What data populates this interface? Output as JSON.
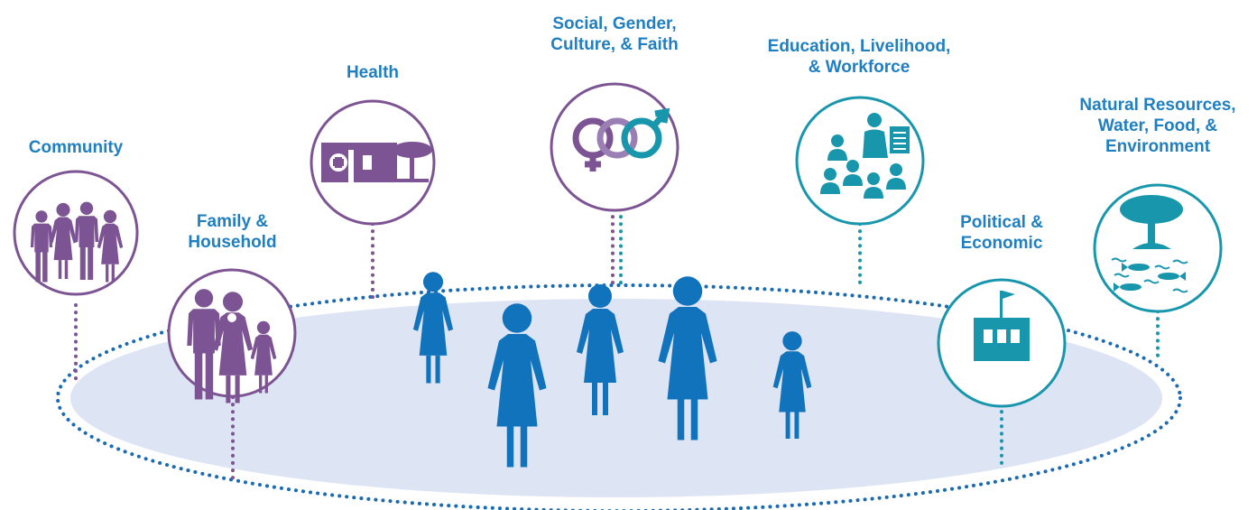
{
  "colors": {
    "purple": "#7d5493",
    "teal": "#1896ac",
    "blue": "#1173bb",
    "label_blue": "#1f7fc0",
    "ellipse_fill": "#dde4f4",
    "dotted_ring": "#1a6bb3"
  },
  "domains": [
    {
      "id": "community",
      "label_lines": [
        "Community"
      ],
      "icon": "community-people-icon",
      "color": "purple"
    },
    {
      "id": "family",
      "label_lines": [
        "Family &",
        "Household"
      ],
      "icon": "family-icon",
      "color": "purple"
    },
    {
      "id": "health",
      "label_lines": [
        "Health"
      ],
      "icon": "health-clinic-icon",
      "color": "purple"
    },
    {
      "id": "social",
      "label_lines": [
        "Social, Gender,",
        "Culture, & Faith"
      ],
      "icon": "gender-symbols-icon",
      "color": "purple-teal"
    },
    {
      "id": "education",
      "label_lines": [
        "Education, Livelihood,",
        "& Workforce"
      ],
      "icon": "classroom-icon",
      "color": "teal"
    },
    {
      "id": "political",
      "label_lines": [
        "Political &",
        "Economic"
      ],
      "icon": "government-building-icon",
      "color": "teal"
    },
    {
      "id": "natural",
      "label_lines": [
        "Natural Resources,",
        "Water, Food, &",
        "Environment"
      ],
      "icon": "tree-water-fish-icon",
      "color": "teal"
    }
  ],
  "center_figures": [
    "woman-figure",
    "woman-figure",
    "woman-figure",
    "woman-figure",
    "woman-figure"
  ]
}
